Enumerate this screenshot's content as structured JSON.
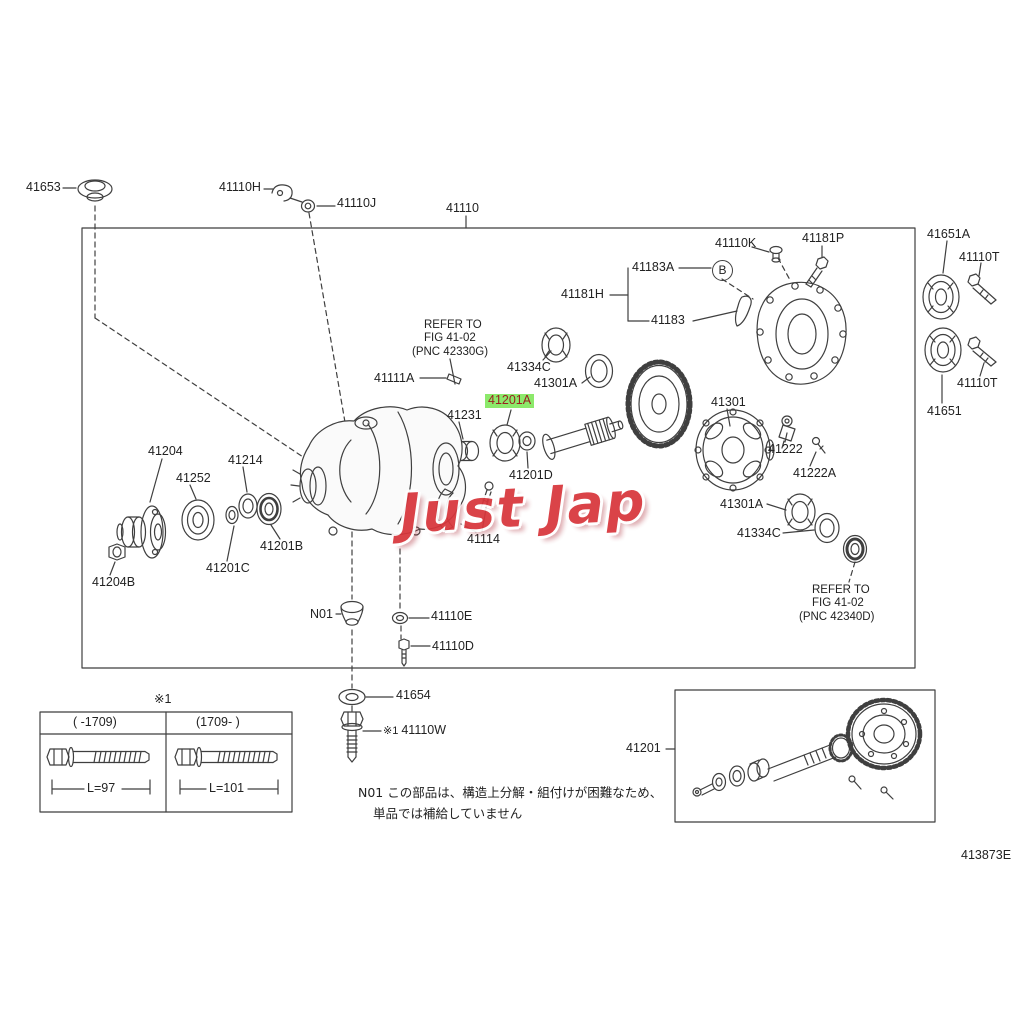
{
  "watermark": "Just Jap",
  "diagram_code": "413873E",
  "highlight_color": "#8CE96B",
  "labels": {
    "p41653": "41653",
    "p41110H": "41110H",
    "p41110J": "41110J",
    "p41110": "41110",
    "p41110K": "41110K",
    "p41181P": "41181P",
    "p41183A": "41183A",
    "pB": "B",
    "p41181H": "41181H",
    "p41183": "41183",
    "p41651A": "41651A",
    "p41110T_a": "41110T",
    "p41110T_b": "41110T",
    "p41651": "41651",
    "p41334C_a": "41334C",
    "p41301A_a": "41301A",
    "p41111A": "41111A",
    "p41201A": "41201A",
    "p41231": "41231",
    "p41201D": "41201D",
    "p41301": "41301",
    "p41222": "41222",
    "p41222A": "41222A",
    "p41301A_b": "41301A",
    "p41334C_b": "41334C",
    "p41204": "41204",
    "p41252": "41252",
    "p41214": "41214",
    "p41201B": "41201B",
    "p41201C": "41201C",
    "p41204B": "41204B",
    "p41114": "41114",
    "pN01": "N01",
    "p41110E": "41110E",
    "p41110D": "41110D",
    "p41654": "41654",
    "p41110W_marker": "※1",
    "p41110W": "41110W",
    "p41201": "41201"
  },
  "refer_left": {
    "l1": "REFER TO",
    "l2": "FIG 41-02",
    "l3": "(PNC 42330G)"
  },
  "refer_right": {
    "l1": "REFER TO",
    "l2": "FIG 41-02",
    "l3": "(PNC 42340D)"
  },
  "note": {
    "line1": "N01 この部品は、構造上分解・組付けが困難なため、",
    "line2": "単品では補給していません"
  },
  "bolt_table": {
    "marker": "※1",
    "header_old": "(  -1709)",
    "header_new": "(1709-  )",
    "length_old": "L=97",
    "length_new": "L=101"
  }
}
